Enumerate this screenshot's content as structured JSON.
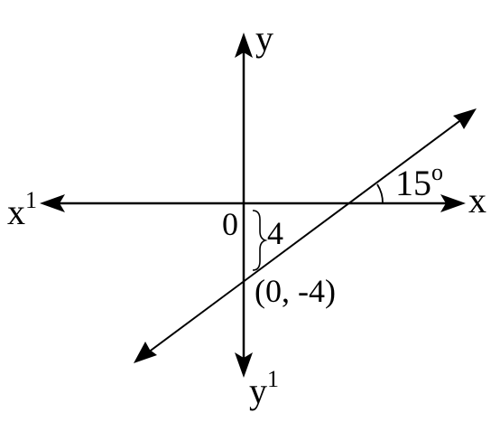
{
  "axes": {
    "x_label": "x",
    "x_neg_label": "x",
    "x_neg_sup": "1",
    "y_label": "y",
    "y_neg_label": "y",
    "y_neg_sup": "1"
  },
  "origin_label": "0",
  "intercept": {
    "distance_label": "4",
    "point_label": "(0, -4)"
  },
  "angle": {
    "value": "15",
    "degree_symbol": "o"
  },
  "colors": {
    "stroke": "#000000",
    "background": "#ffffff"
  }
}
